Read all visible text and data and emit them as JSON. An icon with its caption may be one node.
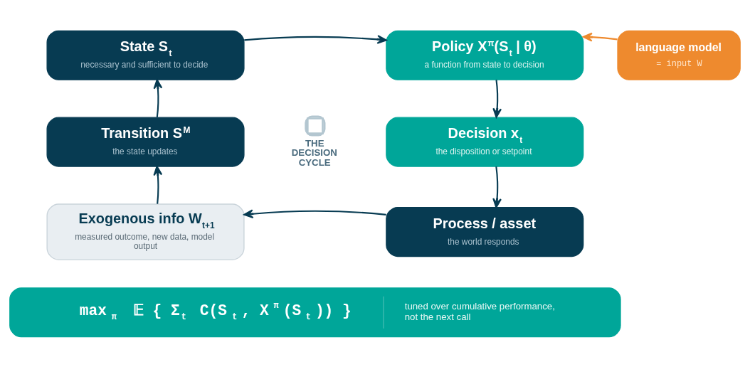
{
  "diagram": {
    "nodes": [
      {
        "text": [
          "State S$_{t}$",
          "necessary and sufficient to decide"
        ]
      },
      {
        "text": [
          "Policy X$^{π}$(S$_{t}$ | θ)",
          "a function from state to decision"
        ]
      },
      {
        "text": [
          "language model",
          "= input W"
        ]
      },
      {
        "text": [
          "Transition S$^{M}$",
          "the state updates"
        ]
      },
      {
        "text": [
          "Decision x$_{t}$",
          "the disposition or setpoint"
        ]
      },
      {
        "text": [
          "Exogenous info W$_{t+1}$",
          "measured outcome, new data, model output"
        ]
      },
      {
        "text": [
          "Process / asset",
          "the world responds"
        ]
      },
      {
        "text": [
          "max$_{π}$ 𝔼 { Σ$_{t}$ C(S$_{t}$, X$^{π}$(S$_{t}$)) }",
          "tuned over cumulative performance, not the next call"
        ]
      }
    ],
    "edges": [
      {
        "from": 0,
        "to": 1,
        "arrow": "to"
      },
      {
        "from": 2,
        "to": 1,
        "arrow": "to",
        "color": "#ee8a2e"
      },
      {
        "from": 1,
        "to": 4,
        "arrow": "to"
      },
      {
        "from": 3,
        "to": 0,
        "arrow": "to"
      },
      {
        "from": 4,
        "to": 6,
        "arrow": "to"
      },
      {
        "from": 5,
        "to": 3,
        "arrow": "to"
      },
      {
        "from": 6,
        "to": 5,
        "arrow": "to"
      }
    ],
    "labels": [
      "THE DECISION CYCLE"
    ]
  }
}
